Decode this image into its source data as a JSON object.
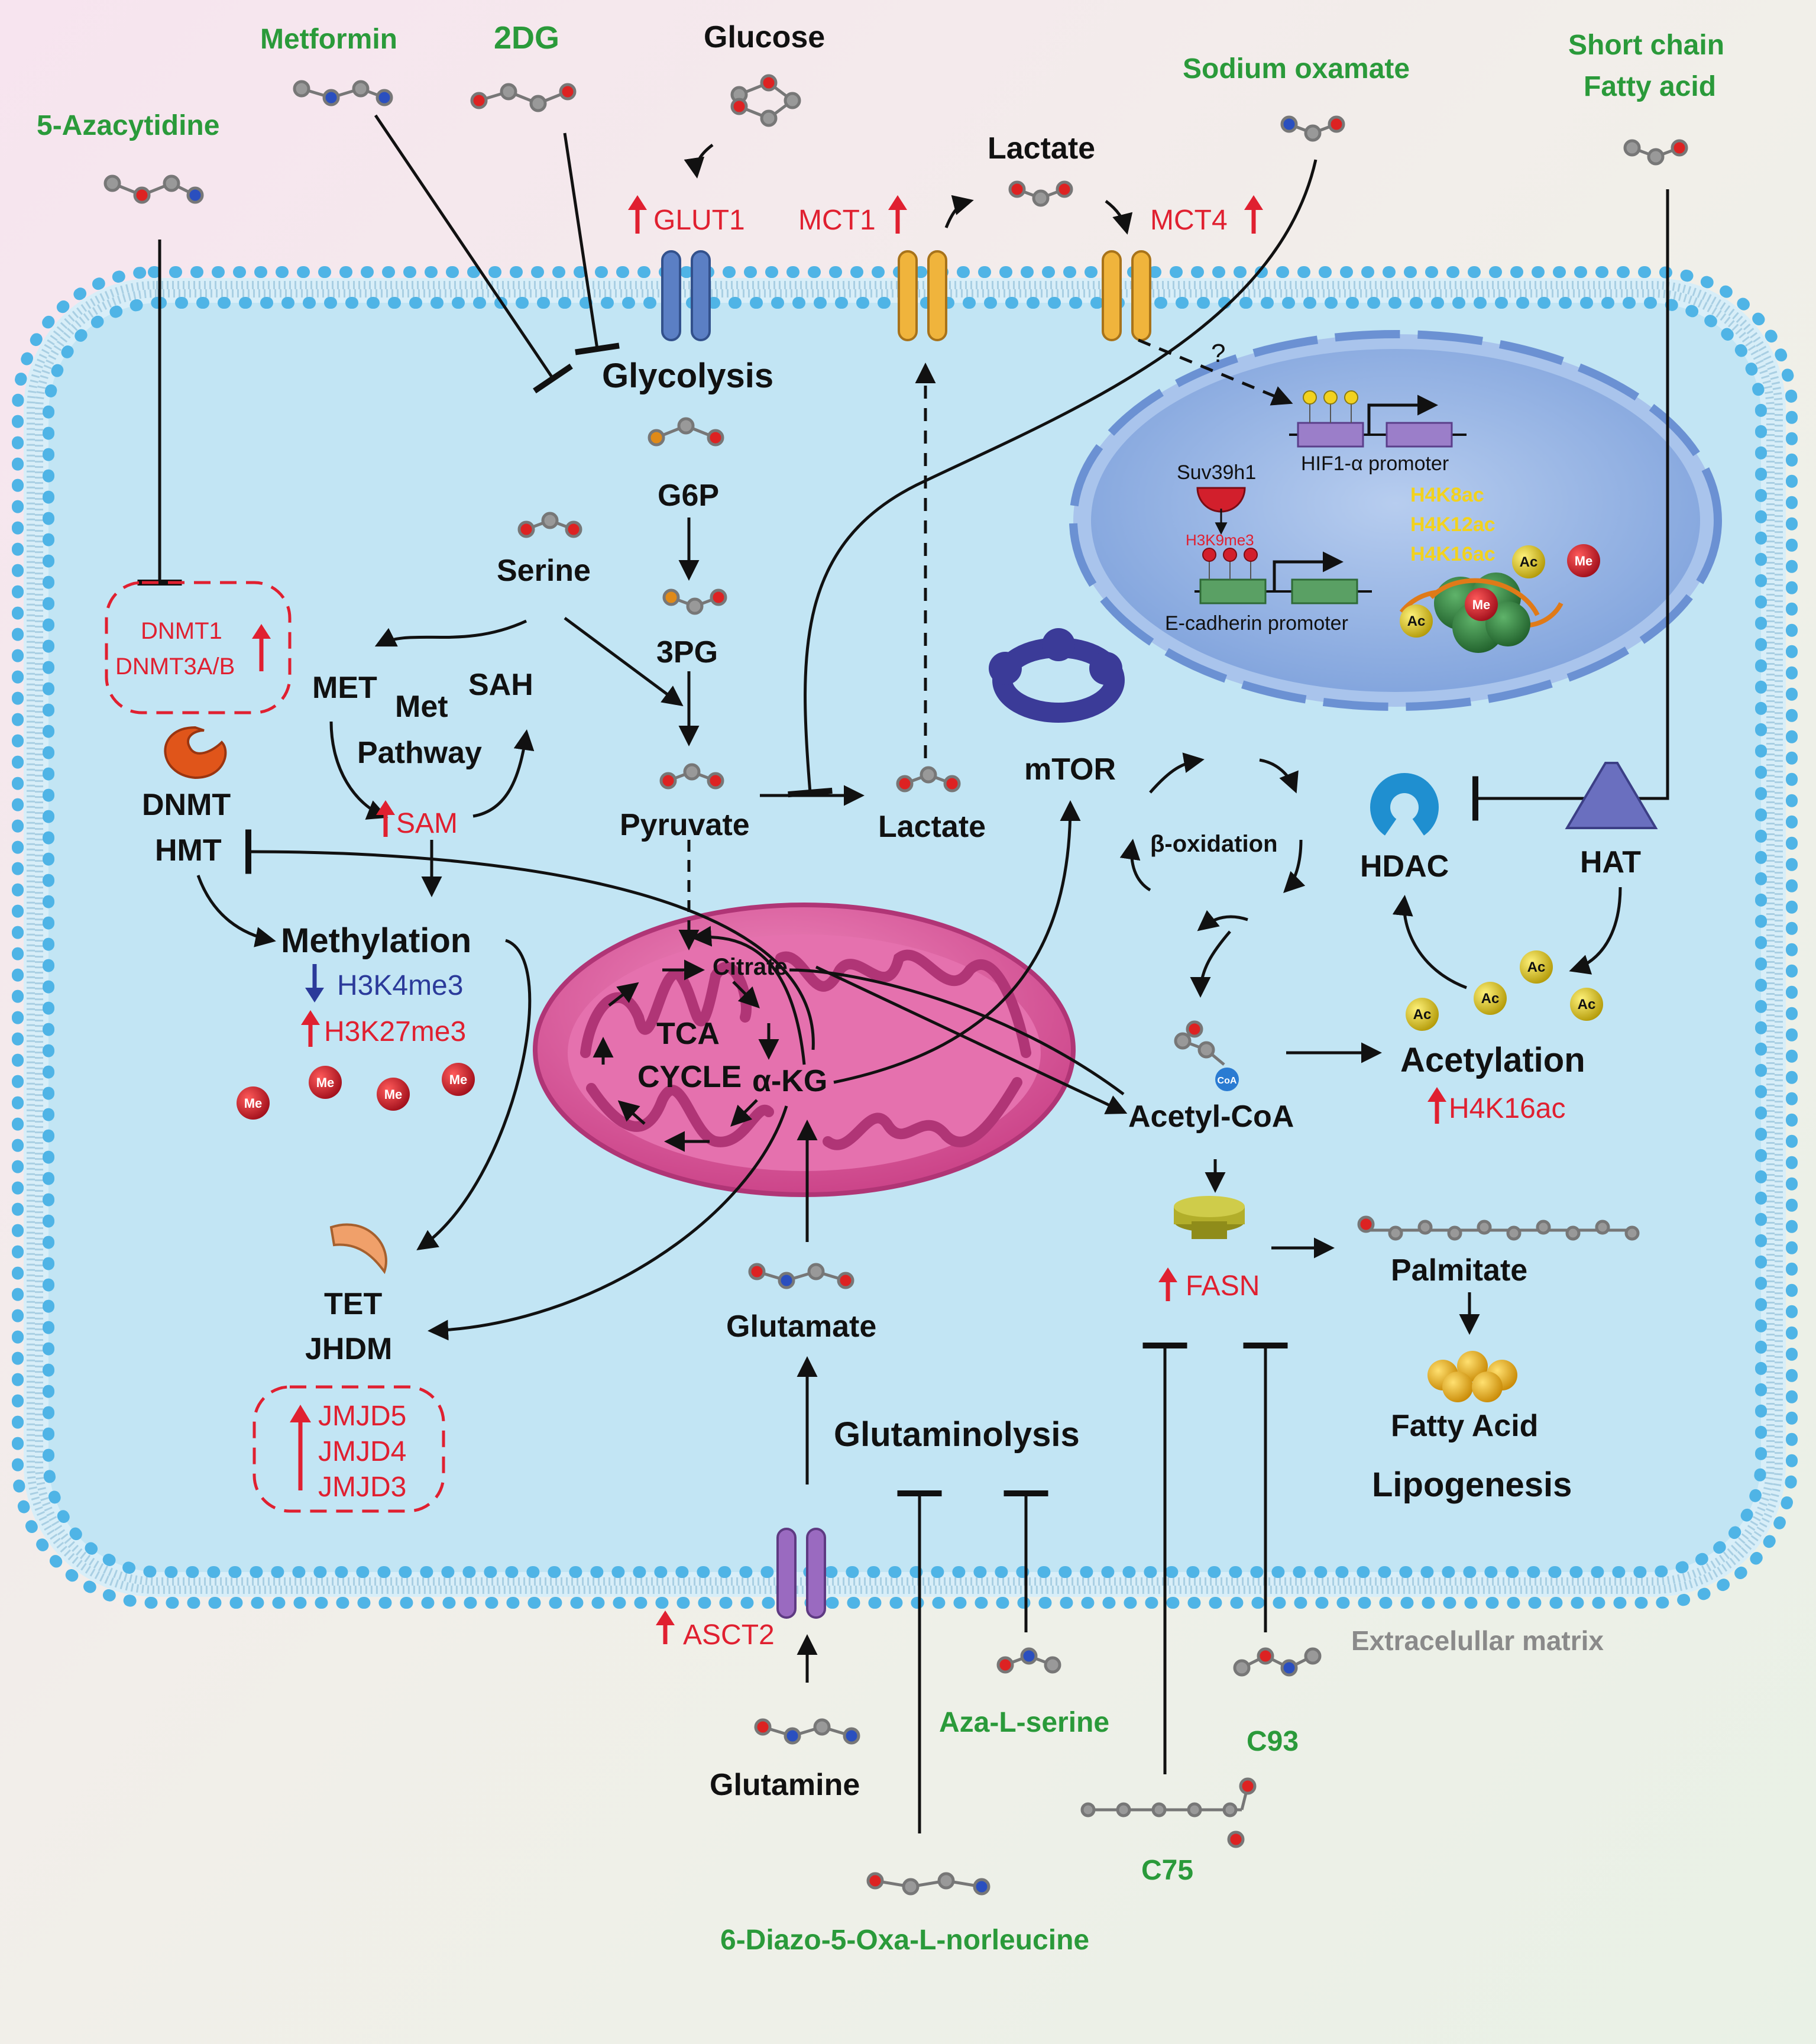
{
  "colors": {
    "inhibitor": "#2a9a3a",
    "upregulated": "#e02030",
    "downregulated": "#2b3a9a",
    "label": "#111111",
    "matrix_label": "#8a8a8a",
    "histone_mark": "#f2d21e",
    "cytoplasm": "#bfe3f2",
    "membrane": "#4fb4e6",
    "mitochondrion": "#e0559a",
    "nucleus": "#8fb3e3"
  },
  "drugs": {
    "azacytidine": "5-Azacytidine",
    "metformin": "Metformin",
    "twodg": "2DG",
    "oxamate": "Sodium oxamate",
    "scfa_1": "Short chain",
    "scfa_2": "Fatty acid",
    "aza_serine": "Aza-L-serine",
    "c93": "C93",
    "c75": "C75",
    "don": "6-Diazo-5-Oxa-L-norleucine"
  },
  "metabolites": {
    "glucose": "Glucose",
    "lactate_out": "Lactate",
    "glycolysis": "Glycolysis",
    "g6p": "G6P",
    "threepg": "3PG",
    "serine": "Serine",
    "pyruvate": "Pyruvate",
    "lactate_in": "Lactate",
    "citrate": "Citrate",
    "tca1": "TCA",
    "tca2": "CYCLE",
    "akg": "α-KG",
    "glutamate": "Glutamate",
    "glutaminolysis": "Glutaminolysis",
    "glutamine": "Glutamine",
    "acetylcoa": "Acetyl-CoA",
    "palmitate": "Palmitate",
    "fatty_acid": "Fatty Acid",
    "lipogenesis": "Lipogenesis",
    "beta_oxidation": "β-oxidation",
    "mtor": "mTOR",
    "met": "MET",
    "met_pathway_1": "Met",
    "met_pathway_2": "Pathway",
    "sah": "SAH"
  },
  "transporters": {
    "glut1": "GLUT1",
    "mct1": "MCT1",
    "mct4": "MCT4",
    "asct2": "ASCT2"
  },
  "enzymes": {
    "dnmt": "DNMT",
    "hmt": "HMT",
    "tet": "TET",
    "jhdm": "JHDM",
    "hdac": "HDAC",
    "hat": "HAT",
    "fasn": "FASN",
    "sam": "SAM",
    "suv39h1": "Suv39h1"
  },
  "epigenetics": {
    "methylation": "Methylation",
    "h3k4me3": "H3K4me3",
    "h3k27me3": "H3K27me3",
    "acetylation": "Acetylation",
    "h4k16ac": "H4K16ac",
    "dnmt1": "DNMT1",
    "dnmt3ab": "DNMT3A/B",
    "jmjd5": "JMJD5",
    "jmjd4": "JMJD4",
    "jmjd3": "JMJD3"
  },
  "nucleus": {
    "hif1a_promoter": "HIF1-α promoter",
    "ecadherin_promoter": "E-cadherin promoter",
    "h3k9me3": "H3K9me3",
    "h4k8ac": "H4K8ac",
    "h4k12ac": "H4K12ac",
    "h4k16ac": "H4K16ac",
    "question": "?"
  },
  "badges": {
    "me": "Me",
    "ac": "Ac",
    "coa": "CoA"
  },
  "extracellular_label": "Extracelullar matrix"
}
